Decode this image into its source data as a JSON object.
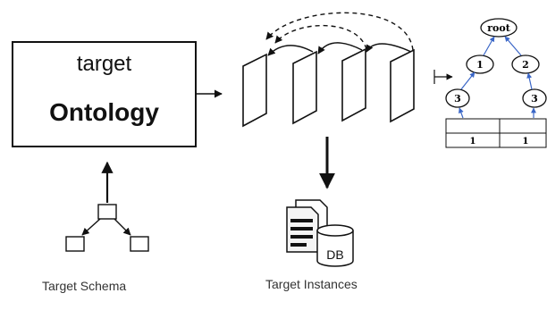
{
  "target_box": {
    "line1": "target",
    "line2": "Ontology"
  },
  "captions": {
    "schema": "Target Schema",
    "instances": "Target Instances"
  },
  "tree": {
    "root": "root",
    "node_left": "1",
    "node_right": "2",
    "leaf_left": "3",
    "leaf_right": "3",
    "table_row2": [
      "1",
      "1"
    ]
  },
  "db_label": "DB",
  "icons": [
    "arrow-icon",
    "schema-icon",
    "database-icon",
    "document-icon"
  ],
  "colors": {
    "tree_arrows": "#3a66c7",
    "lines": "#111111"
  }
}
